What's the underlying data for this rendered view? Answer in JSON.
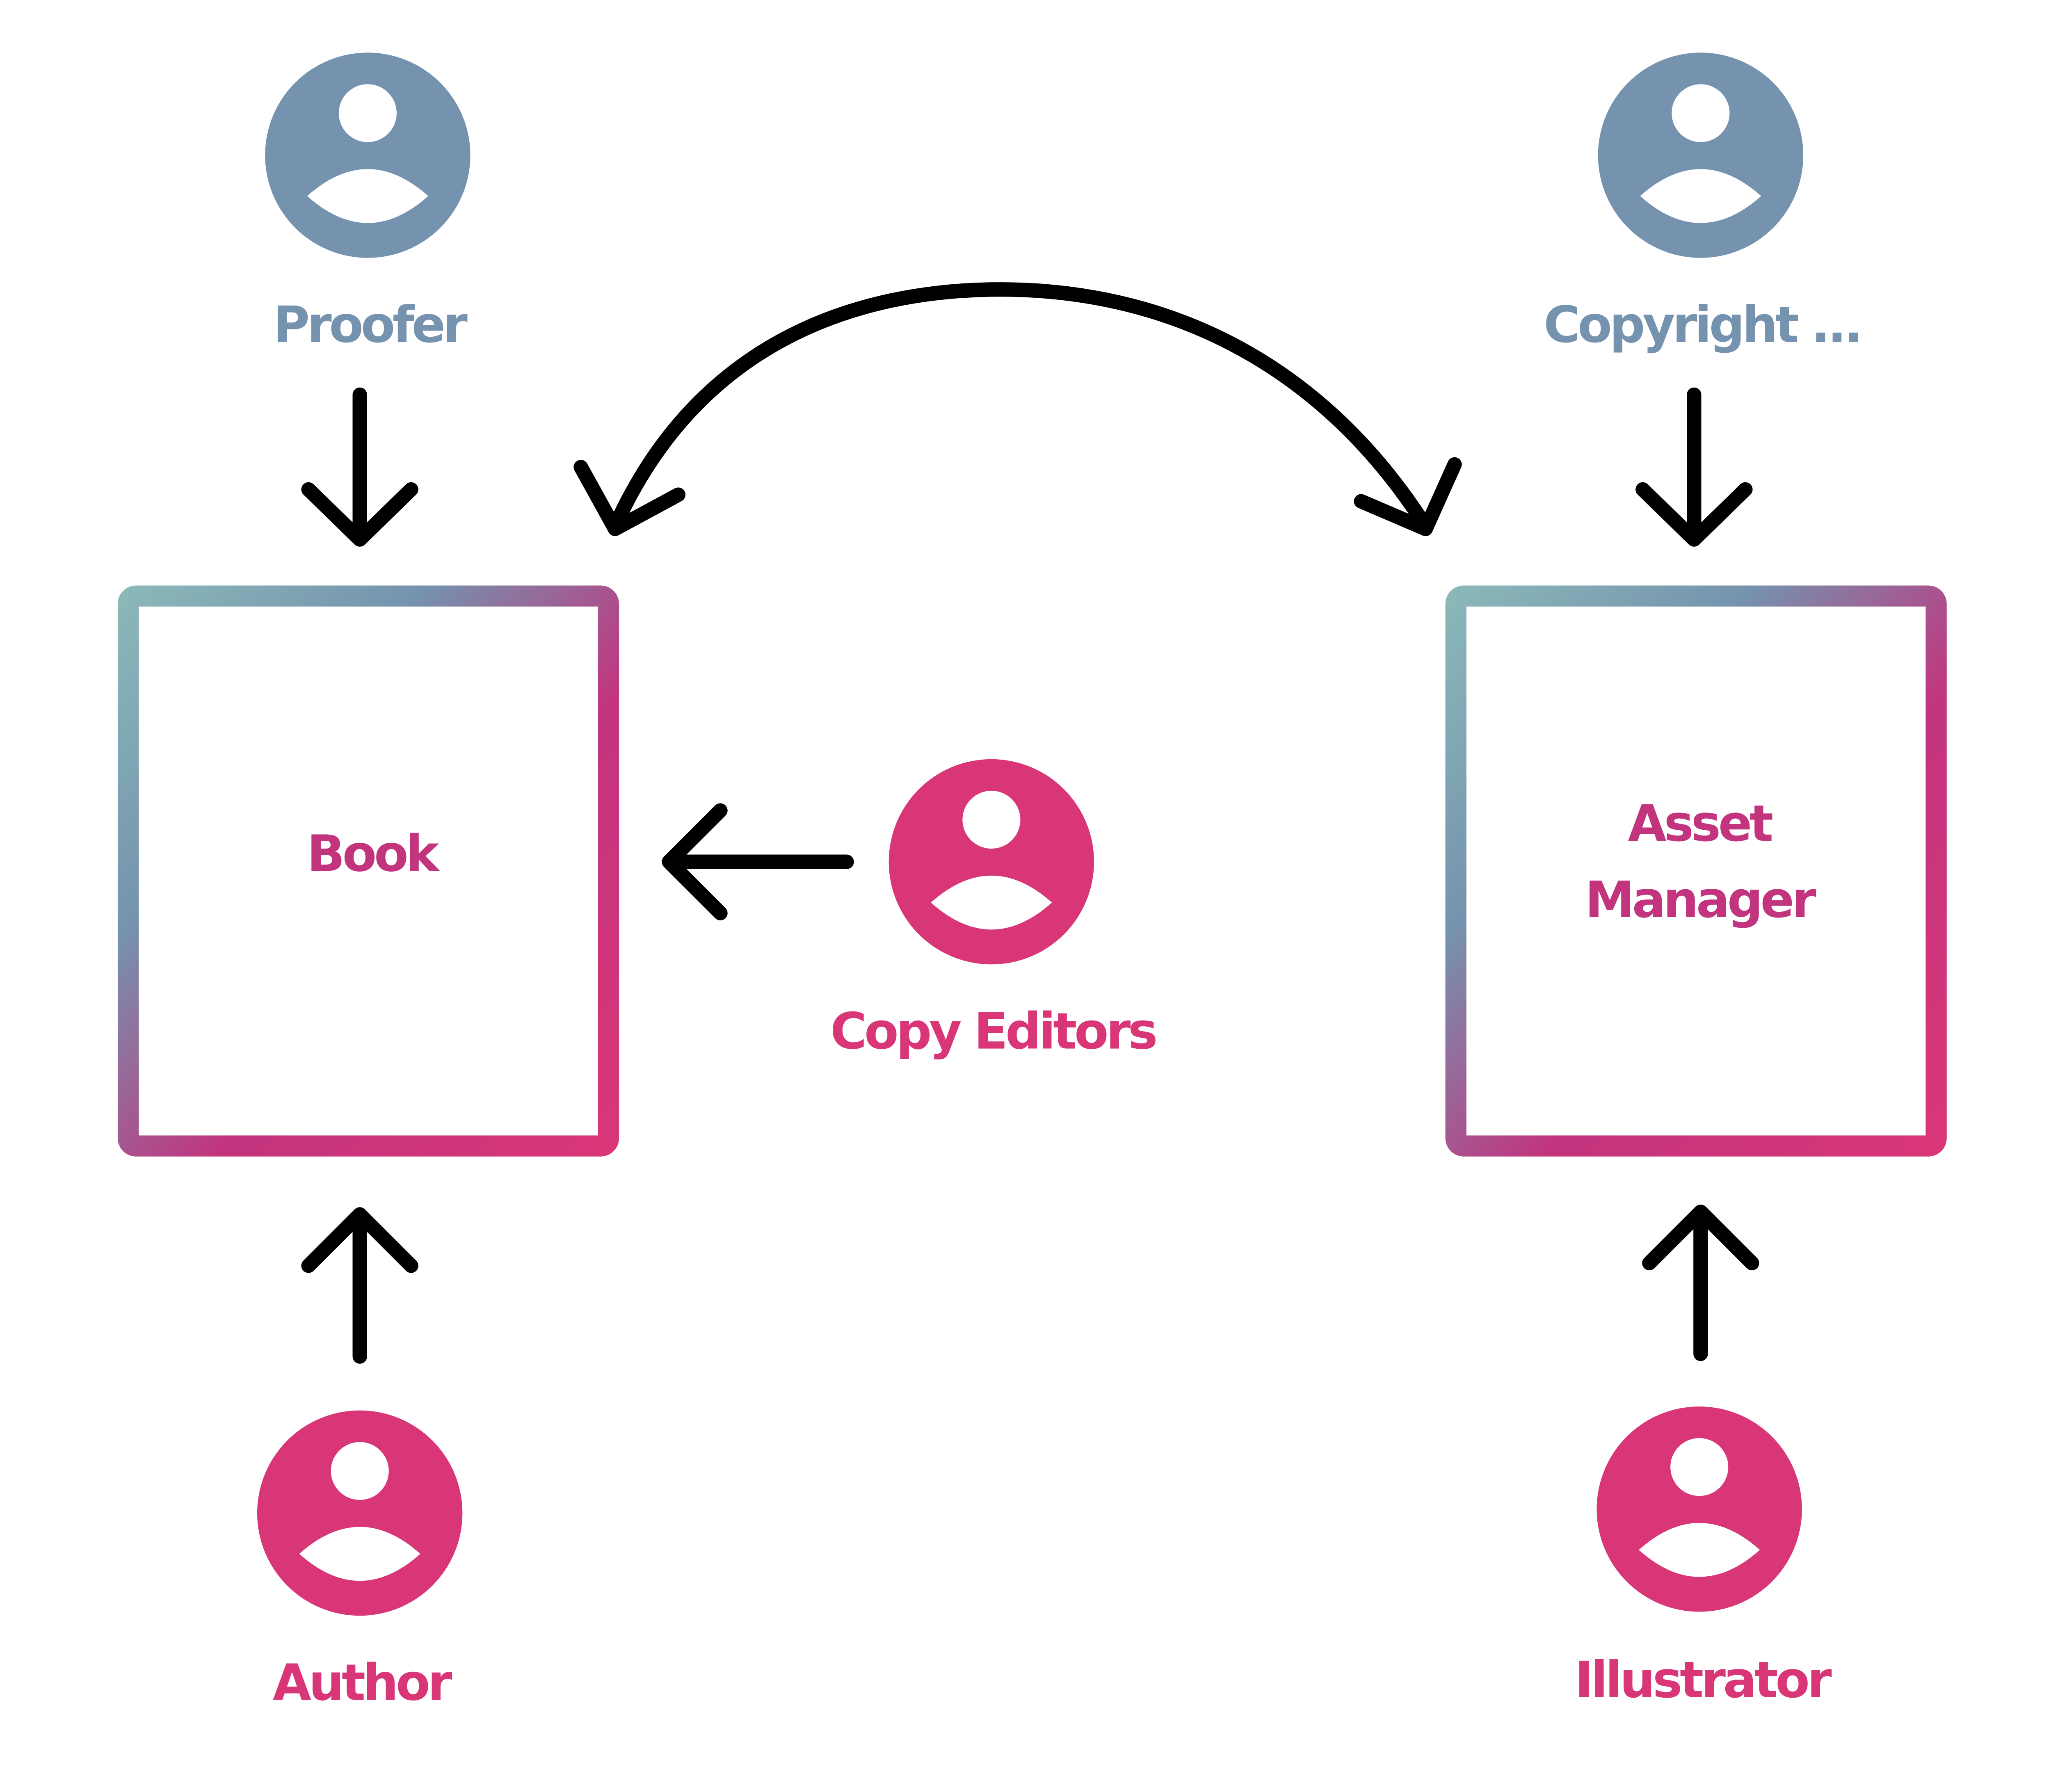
{
  "actors": {
    "proofer": "Proofer",
    "copyright": "Copyright ...",
    "copy_editors": "Copy Editors",
    "author": "Author",
    "illustrator": "Illustrator"
  },
  "boxes": {
    "book": "Book",
    "asset_manager_line1": "Asset",
    "asset_manager_line2": "Manager"
  },
  "colors": {
    "reviewer_actor": "#7593ae",
    "creator_actor": "#d93677",
    "box_label": "#c2347e",
    "box_gradient": [
      "#8ab7b8",
      "#7593ae",
      "#c2347e",
      "#d93677"
    ],
    "arrow": "#000000"
  },
  "icons": {
    "actor": "user-circle-icon"
  }
}
